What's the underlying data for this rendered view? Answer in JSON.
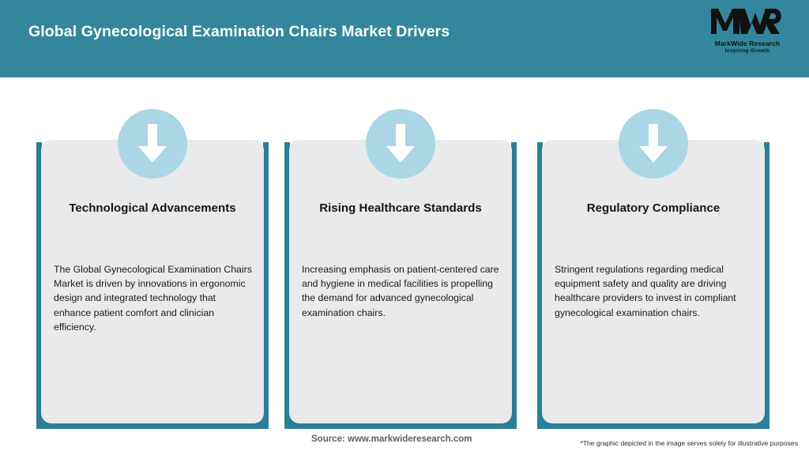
{
  "header": {
    "title": "Global Gynecological Examination Chairs Market Drivers",
    "background_color": "#34869c",
    "title_color": "#ffffff",
    "logo": {
      "mark": "MWR",
      "name": "MarkWide Research",
      "tagline": "Inspiring Growth"
    }
  },
  "theme": {
    "teal_frame": "#2b7f99",
    "card_background": "#e8eaeb",
    "badge_color": "#aad6e6",
    "arrow_color": "#ffffff"
  },
  "cards": [
    {
      "icon": "down-arrow-icon",
      "title": "Technological Advancements",
      "body": "The Global Gynecological Examination Chairs Market is driven by innovations in ergonomic design and integrated technology that enhance patient comfort and clinician efficiency."
    },
    {
      "icon": "down-arrow-icon",
      "title": "Rising Healthcare Standards",
      "body": "Increasing emphasis on patient-centered care and hygiene in medical facilities is propelling the demand for advanced gynecological examination chairs."
    },
    {
      "icon": "down-arrow-icon",
      "title": "Regulatory Compliance",
      "body": "Stringent regulations regarding medical equipment safety and quality are driving healthcare providers to invest in compliant gynecological examination chairs."
    }
  ],
  "footer": {
    "source": "Source: www.markwideresearch.com",
    "disclaimer": "*The graphic depicted in the image serves solely for illustrative purposes"
  }
}
